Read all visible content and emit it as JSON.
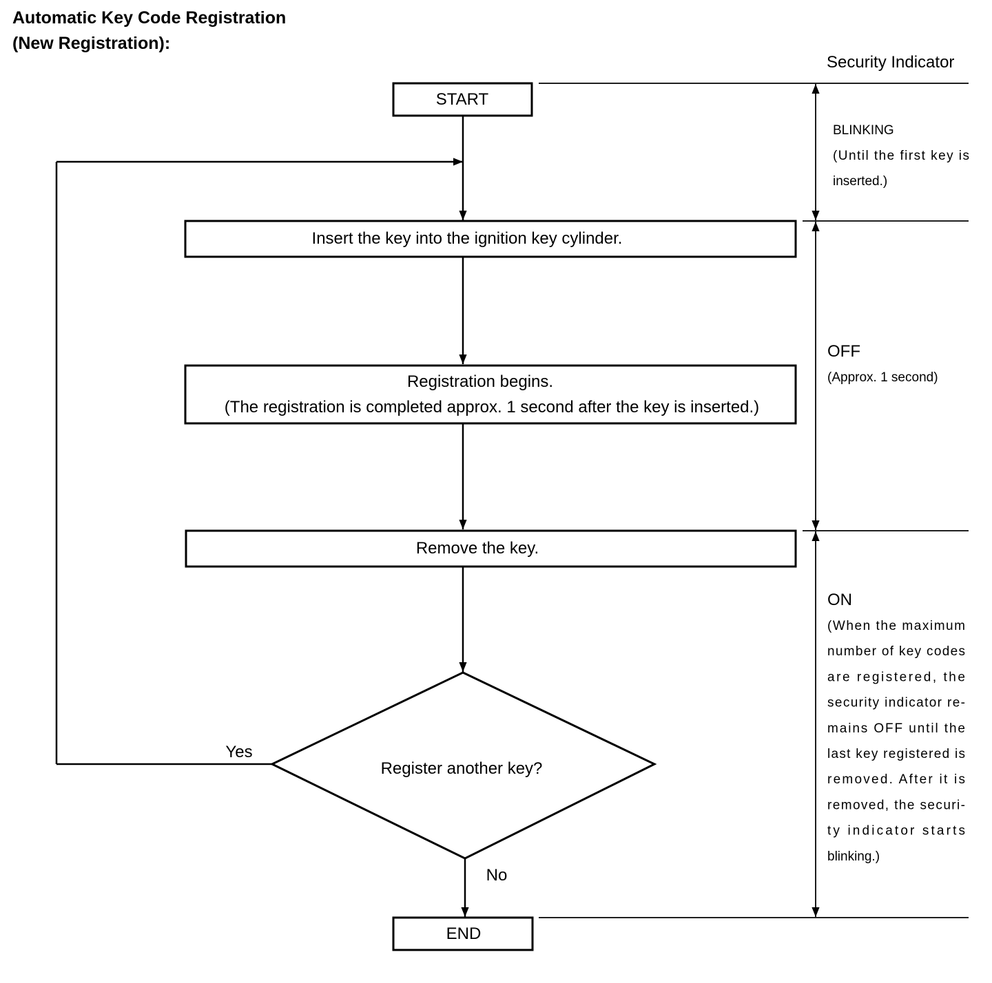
{
  "title": {
    "line1": "Automatic Key Code Registration",
    "line2": "(New Registration):"
  },
  "indicator_header": "Security Indicator",
  "flow": {
    "start": "START",
    "step1": "Insert the key into the ignition key cylinder.",
    "step2_line1": "Registration begins.",
    "step2_line2": "(The registration is completed approx. 1 second after the key is inserted.)",
    "step3": "Remove the key.",
    "decision": "Register another key?",
    "yes": "Yes",
    "no": "No",
    "end": "END"
  },
  "indicator": {
    "blinking": {
      "label": "BLINKING",
      "lines": [
        "(Until the first key is",
        "inserted.)"
      ]
    },
    "off": {
      "label": "OFF",
      "lines": [
        "(Approx. 1 second)"
      ]
    },
    "on": {
      "label": "ON",
      "lines": [
        "(When the maximum",
        "number of key codes",
        "are registered, the",
        "security indicator re-",
        "mains OFF until the",
        "last key registered is",
        "removed. After it is",
        "removed, the securi-",
        "ty indicator starts",
        "blinking.)"
      ]
    }
  }
}
